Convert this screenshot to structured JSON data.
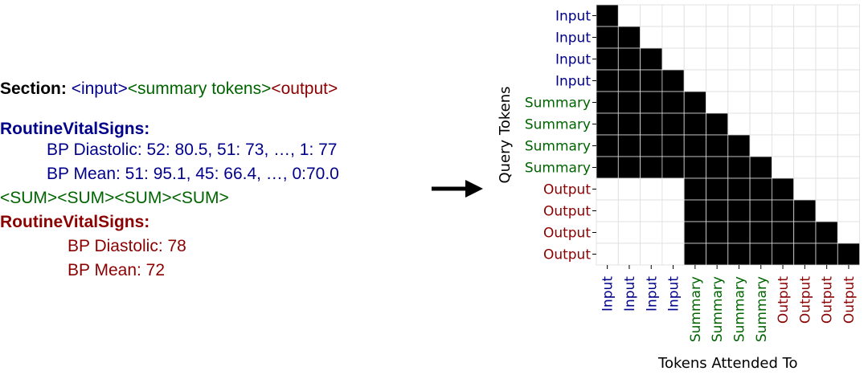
{
  "left_text": {
    "section_label": "Section:",
    "input_tag": "<input>",
    "summary_tag": "<summary tokens>",
    "output_tag": "<output>",
    "header_input": "RoutineVitalSigns:",
    "input_line1": "BP Diastolic: 52: 80.5, 51: 73, …, 1: 77",
    "input_line2": "BP Mean: 51: 95.1, 45: 66.4, …, 0:70.0",
    "sum_tokens": "<SUM><SUM><SUM><SUM>",
    "header_output": "RoutineVitalSigns:",
    "output_line1": "BP Diastolic: 78",
    "output_line2": "BP Mean: 72"
  },
  "colors": {
    "input": "#00008b",
    "summary": "#006400",
    "output": "#8b0000",
    "masked": "#000000",
    "open": "#ffffff",
    "grid": "#dddddd"
  },
  "chart_data": {
    "type": "heatmap",
    "xlabel": "Tokens Attended To",
    "ylabel": "Query Tokens",
    "tokens": [
      "Input",
      "Input",
      "Input",
      "Input",
      "Summary",
      "Summary",
      "Summary",
      "Summary",
      "Output",
      "Output",
      "Output",
      "Output"
    ],
    "token_types": [
      "input",
      "input",
      "input",
      "input",
      "summary",
      "summary",
      "summary",
      "summary",
      "output",
      "output",
      "output",
      "output"
    ],
    "matrix": [
      [
        1,
        0,
        0,
        0,
        0,
        0,
        0,
        0,
        0,
        0,
        0,
        0
      ],
      [
        1,
        1,
        0,
        0,
        0,
        0,
        0,
        0,
        0,
        0,
        0,
        0
      ],
      [
        1,
        1,
        1,
        0,
        0,
        0,
        0,
        0,
        0,
        0,
        0,
        0
      ],
      [
        1,
        1,
        1,
        1,
        0,
        0,
        0,
        0,
        0,
        0,
        0,
        0
      ],
      [
        1,
        1,
        1,
        1,
        1,
        0,
        0,
        0,
        0,
        0,
        0,
        0
      ],
      [
        1,
        1,
        1,
        1,
        1,
        1,
        0,
        0,
        0,
        0,
        0,
        0
      ],
      [
        1,
        1,
        1,
        1,
        1,
        1,
        1,
        0,
        0,
        0,
        0,
        0
      ],
      [
        1,
        1,
        1,
        1,
        1,
        1,
        1,
        1,
        0,
        0,
        0,
        0
      ],
      [
        0,
        0,
        0,
        0,
        1,
        1,
        1,
        1,
        1,
        0,
        0,
        0
      ],
      [
        0,
        0,
        0,
        0,
        1,
        1,
        1,
        1,
        1,
        1,
        0,
        0
      ],
      [
        0,
        0,
        0,
        0,
        1,
        1,
        1,
        1,
        1,
        1,
        1,
        0
      ],
      [
        0,
        0,
        0,
        0,
        1,
        1,
        1,
        1,
        1,
        1,
        1,
        1
      ]
    ]
  }
}
